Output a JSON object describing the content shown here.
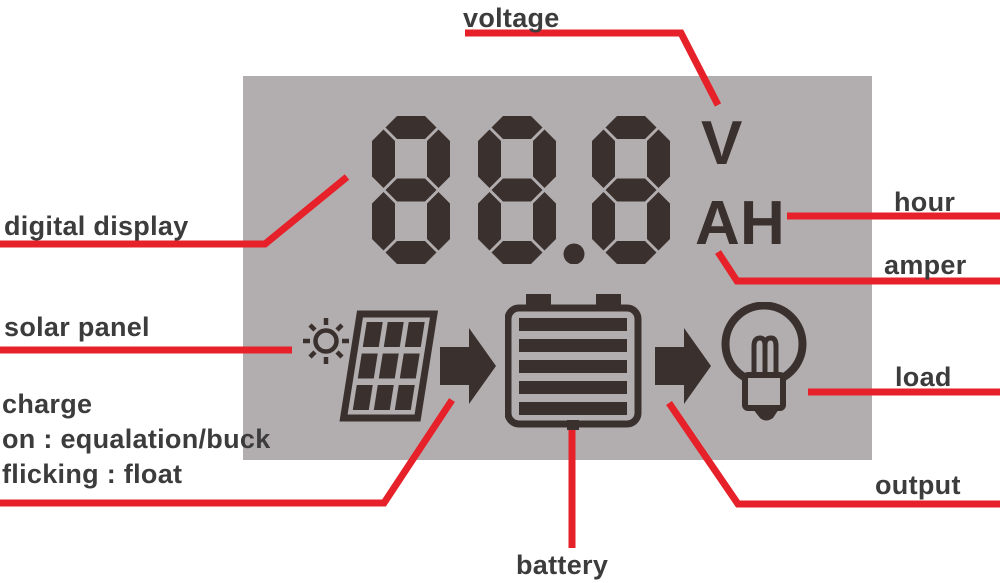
{
  "colors": {
    "lcd_bg": "#b2aeaf",
    "segment": "#3a312e",
    "accent_red": "#e62129",
    "label_text": "#3c3c3c"
  },
  "lcd": {
    "display_value": "88.8",
    "unit_volt": "V",
    "unit_amp": "A",
    "unit_hour": "H",
    "icons": [
      "sun-icon",
      "solar-panel-icon",
      "charge-arrow-icon",
      "battery-icon",
      "discharge-arrow-icon",
      "load-bulb-icon"
    ]
  },
  "annotations": {
    "voltage": "voltage",
    "digital_display": "digital display",
    "hour": "hour",
    "amper": "amper",
    "solar_panel": "solar panel",
    "charge_line1": "charge",
    "charge_line2": "on : equalation/buck",
    "charge_line3": "flicking : float",
    "load": "load",
    "output": "output",
    "battery": "battery"
  }
}
